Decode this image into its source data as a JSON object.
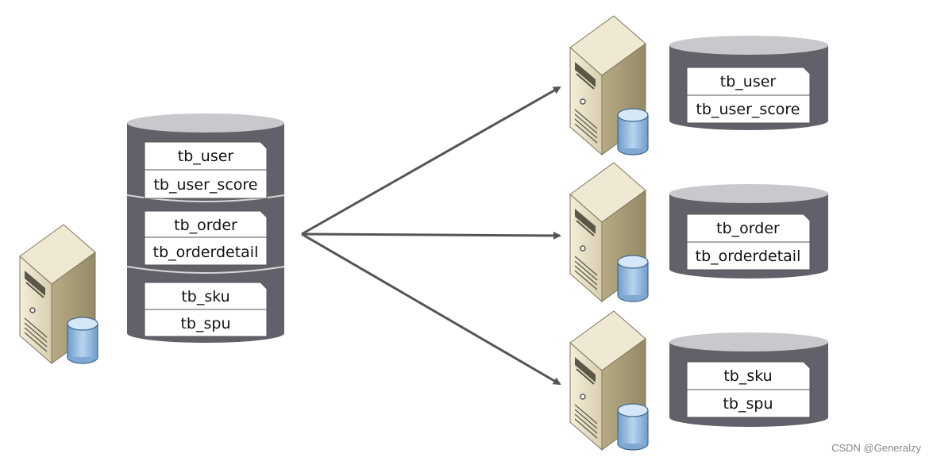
{
  "source_db": {
    "groups": [
      {
        "tables": [
          "tb_user",
          "tb_user_score"
        ]
      },
      {
        "tables": [
          "tb_order",
          "tb_orderdetail"
        ]
      },
      {
        "tables": [
          "tb_sku",
          "tb_spu"
        ]
      }
    ]
  },
  "target_dbs": [
    {
      "tables": [
        "tb_user",
        "tb_user_score"
      ]
    },
    {
      "tables": [
        "tb_order",
        "tb_orderdetail"
      ]
    },
    {
      "tables": [
        "tb_sku",
        "tb_spu"
      ]
    }
  ],
  "watermark": "CSDN @Generalzy",
  "colors": {
    "cylinder_body": "#626068",
    "cylinder_top": "#c8c8cc",
    "server_front": "#e7e0c8",
    "server_side": "#c0b48e",
    "small_db": "#8fb8df",
    "arrow": "#555555"
  }
}
